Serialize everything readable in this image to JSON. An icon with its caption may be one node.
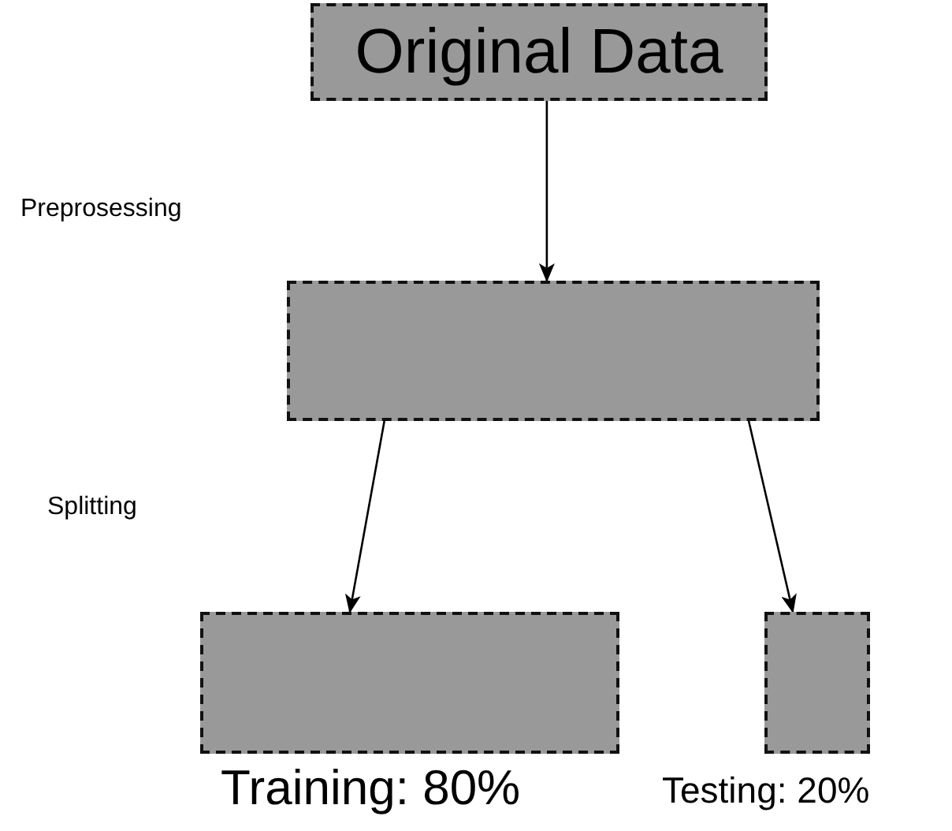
{
  "diagram": {
    "nodes": [
      {
        "text": [
          "Original Data"
        ]
      },
      {
        "text": [],
        "shape": "box"
      },
      {
        "text": [],
        "shape": "box",
        "beside": [
          "Training: 80%"
        ]
      },
      {
        "text": [],
        "shape": "box",
        "beside": [
          "Testing: 20%"
        ]
      }
    ],
    "edges": [
      {
        "from": 0,
        "to": 1,
        "arrow": "to"
      },
      {
        "from": 1,
        "to": 2,
        "arrow": "to"
      },
      {
        "from": 1,
        "to": 3,
        "arrow": "to"
      }
    ],
    "labels": [
      "Preprosessing",
      "Splitting"
    ]
  }
}
